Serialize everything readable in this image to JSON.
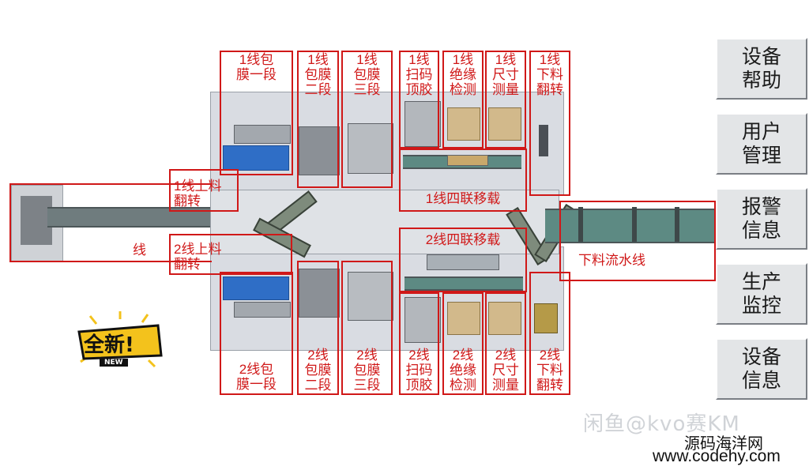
{
  "stations_line1": [
    {
      "id": "l1-wrap-1",
      "label": "1线包\n膜一段"
    },
    {
      "id": "l1-wrap-2",
      "label": "1线\n包膜\n二段"
    },
    {
      "id": "l1-wrap-3",
      "label": "1线\n包膜\n三段"
    },
    {
      "id": "l1-scan",
      "label": "1线\n扫码\n顶胶"
    },
    {
      "id": "l1-insul",
      "label": "1线\n绝缘\n检测"
    },
    {
      "id": "l1-size",
      "label": "1线\n尺寸\n测量"
    },
    {
      "id": "l1-unload",
      "label": "1线\n下料\n翻转"
    }
  ],
  "stations_line2": [
    {
      "id": "l2-wrap-1",
      "label": "2线包\n膜一段"
    },
    {
      "id": "l2-wrap-2",
      "label": "2线\n包膜\n二段"
    },
    {
      "id": "l2-wrap-3",
      "label": "2线\n包膜\n三段"
    },
    {
      "id": "l2-scan",
      "label": "2线\n扫码\n顶胶"
    },
    {
      "id": "l2-insul",
      "label": "2线\n绝缘\n检测"
    },
    {
      "id": "l2-size",
      "label": "2线\n尺寸\n测量"
    },
    {
      "id": "l2-unload",
      "label": "2线\n下料\n翻转"
    }
  ],
  "zones": {
    "l1_load_flip": "1线上料\n翻转",
    "l2_load_flip": "2线上料\n翻转",
    "l1_quad_transfer": "1线四联移载",
    "l2_quad_transfer": "2线四联移载",
    "unload_conveyor": "下料流水线",
    "load_conveyor_partial": "线"
  },
  "menu": [
    {
      "id": "device-help",
      "label": "设备\n帮助"
    },
    {
      "id": "user-manage",
      "label": "用户\n管理"
    },
    {
      "id": "alarm-info",
      "label": "报警\n信息"
    },
    {
      "id": "production-monitor",
      "label": "生产\n监控"
    },
    {
      "id": "device-info",
      "label": "设备\n信息"
    }
  ],
  "badge": {
    "main": "全新!",
    "sub": "NEW"
  },
  "watermark": "闲鱼@kvo赛KM",
  "site": {
    "cn": "源码海洋网",
    "url": "www.codehy.com"
  },
  "colors": {
    "label_red": "#d01818",
    "menu_bg": "#e3e5e7",
    "badge_yellow": "#f3c21c"
  }
}
